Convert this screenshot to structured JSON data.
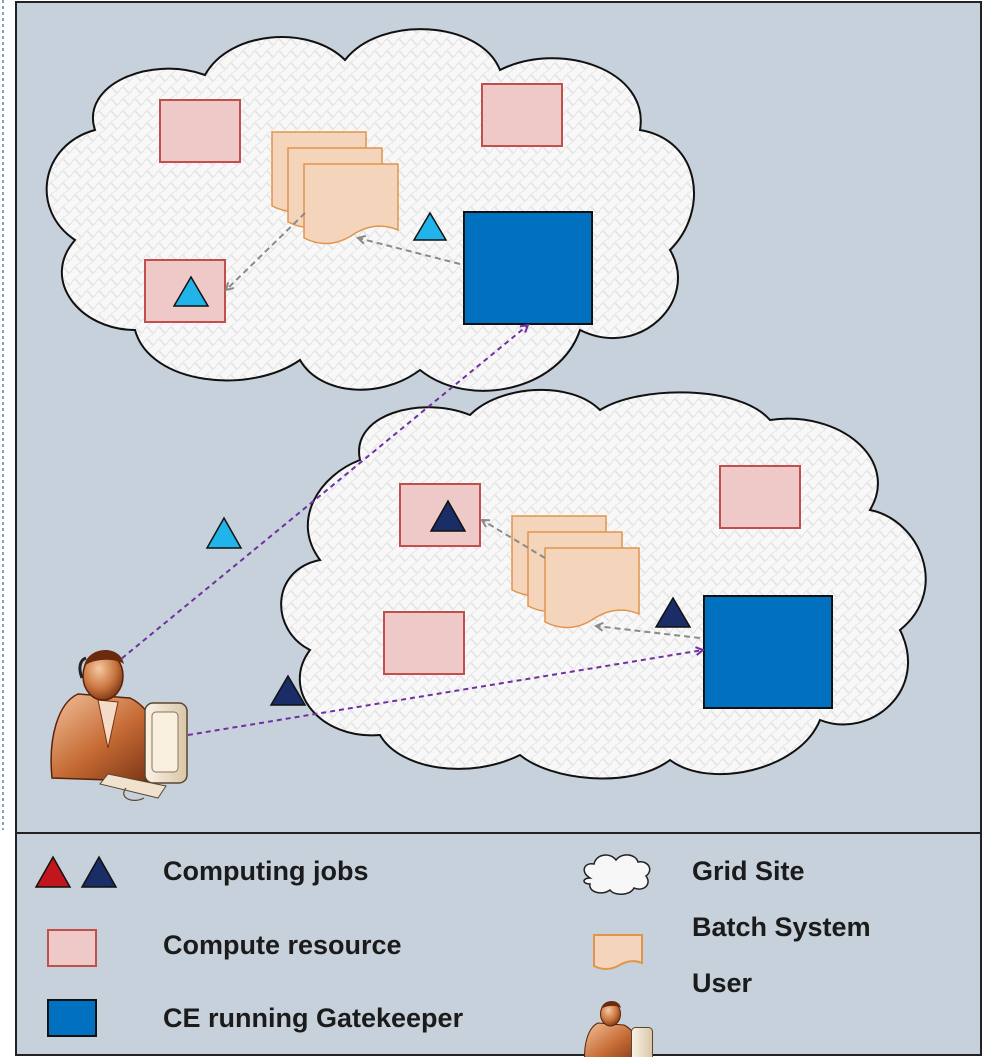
{
  "colors": {
    "panel_bg": "#c7d1db",
    "cloud_fill": "#f7f7f7",
    "compute_resource": "#efc9c7",
    "batch_system": "#f4d4bb",
    "gatekeeper": "#0070c0",
    "job_light": "#20b4ea",
    "job_dark": "#1a2d66",
    "job_red": "#c0161c",
    "arrow_local": "#8c8a86",
    "arrow_user": "#7030a0"
  },
  "legend": {
    "jobs_label": "Computing jobs",
    "compute_label": "Compute resource",
    "ce_label": "CE running Gatekeeper",
    "grid_label": "Grid Site",
    "batch_label": "Batch System",
    "user_label": "User"
  },
  "icons": [
    "cloud-icon",
    "user-at-computer-icon",
    "triangle-job-icon",
    "document-stack-icon"
  ]
}
